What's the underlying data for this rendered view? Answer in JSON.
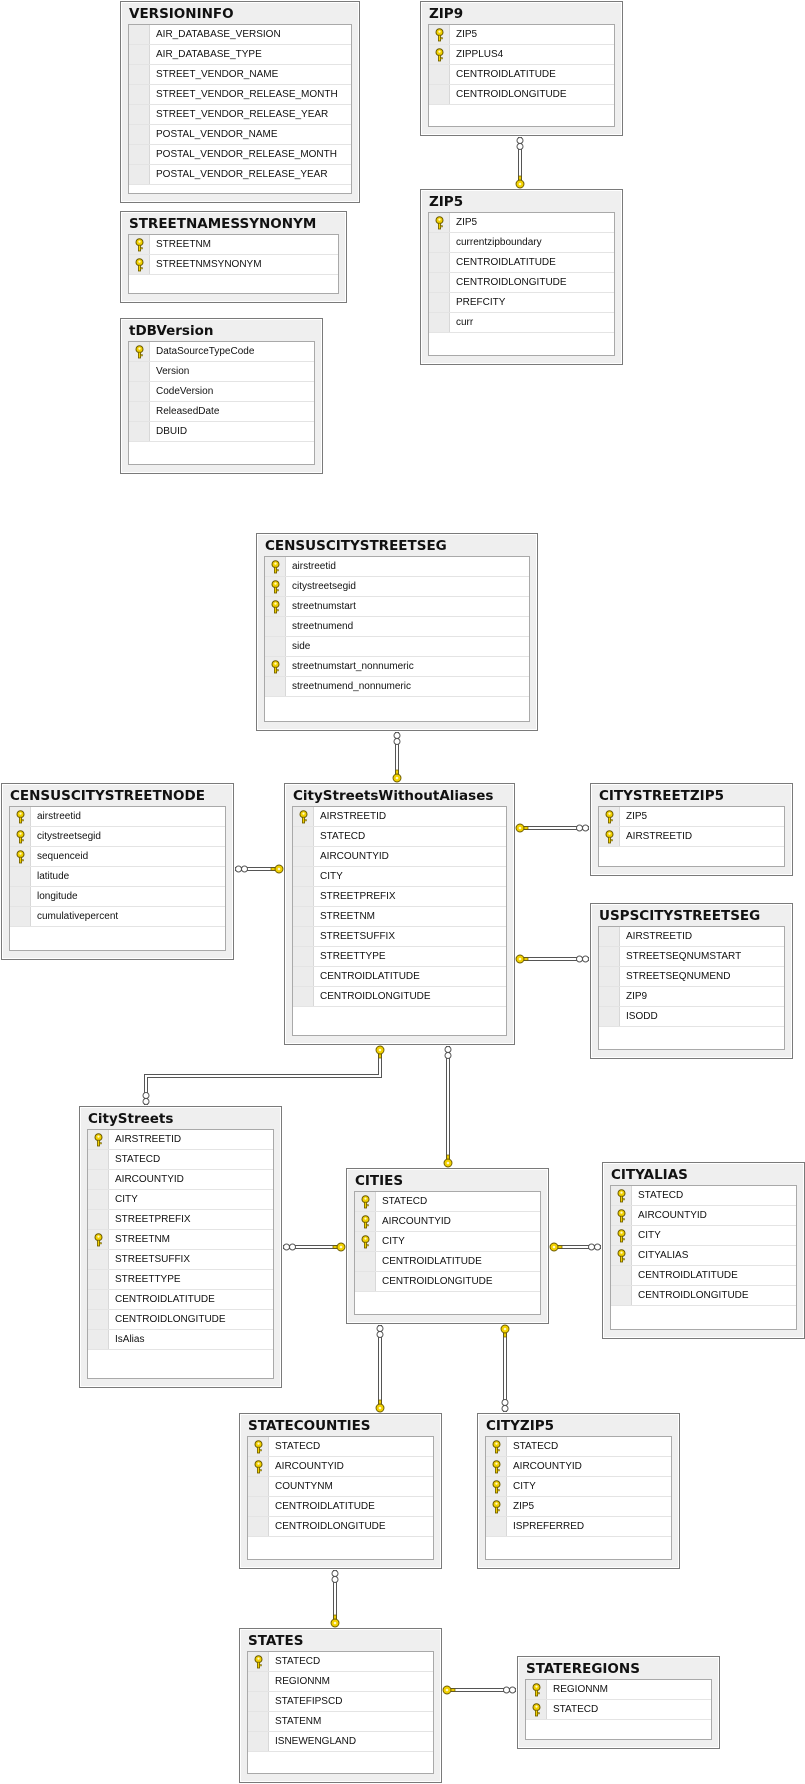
{
  "tables": [
    {
      "id": "VERSIONINFO",
      "title": "VERSIONINFO",
      "columns": [
        {
          "name": "AIR_DATABASE_VERSION",
          "key": false
        },
        {
          "name": "AIR_DATABASE_TYPE",
          "key": false
        },
        {
          "name": "STREET_VENDOR_NAME",
          "key": false
        },
        {
          "name": "STREET_VENDOR_RELEASE_MONTH",
          "key": false
        },
        {
          "name": "STREET_VENDOR_RELEASE_YEAR",
          "key": false
        },
        {
          "name": "POSTAL_VENDOR_NAME",
          "key": false
        },
        {
          "name": "POSTAL_VENDOR_RELEASE_MONTH",
          "key": false
        },
        {
          "name": "POSTAL_VENDOR_RELEASE_YEAR",
          "key": false
        }
      ]
    },
    {
      "id": "STREETNAMESSYNONYM",
      "title": "STREETNAMESSYNONYM",
      "columns": [
        {
          "name": "STREETNM",
          "key": true
        },
        {
          "name": "STREETNMSYNONYM",
          "key": true
        }
      ]
    },
    {
      "id": "tDBVersion",
      "title": "tDBVersion",
      "columns": [
        {
          "name": "DataSourceTypeCode",
          "key": true
        },
        {
          "name": "Version",
          "key": false
        },
        {
          "name": "CodeVersion",
          "key": false
        },
        {
          "name": "ReleasedDate",
          "key": false
        },
        {
          "name": "DBUID",
          "key": false
        }
      ]
    },
    {
      "id": "ZIP9",
      "title": "ZIP9",
      "columns": [
        {
          "name": "ZIP5",
          "key": true
        },
        {
          "name": "ZIPPLUS4",
          "key": true
        },
        {
          "name": "CENTROIDLATITUDE",
          "key": false
        },
        {
          "name": "CENTROIDLONGITUDE",
          "key": false
        }
      ]
    },
    {
      "id": "ZIP5",
      "title": "ZIP5",
      "columns": [
        {
          "name": "ZIP5",
          "key": true
        },
        {
          "name": "currentzipboundary",
          "key": false
        },
        {
          "name": "CENTROIDLATITUDE",
          "key": false
        },
        {
          "name": "CENTROIDLONGITUDE",
          "key": false
        },
        {
          "name": "PREFCITY",
          "key": false
        },
        {
          "name": "curr",
          "key": false
        }
      ]
    },
    {
      "id": "CENSUSCITYSTREETSEG",
      "title": "CENSUSCITYSTREETSEG",
      "columns": [
        {
          "name": "airstreetid",
          "key": true
        },
        {
          "name": "citystreetsegid",
          "key": true
        },
        {
          "name": "streetnumstart",
          "key": true
        },
        {
          "name": "streetnumend",
          "key": false
        },
        {
          "name": "side",
          "key": false
        },
        {
          "name": "streetnumstart_nonnumeric",
          "key": true
        },
        {
          "name": "streetnumend_nonnumeric",
          "key": false
        }
      ]
    },
    {
      "id": "CENSUSCITYSTREETNODE",
      "title": "CENSUSCITYSTREETNODE",
      "columns": [
        {
          "name": "airstreetid",
          "key": true
        },
        {
          "name": "citystreetsegid",
          "key": true
        },
        {
          "name": "sequenceid",
          "key": true
        },
        {
          "name": "latitude",
          "key": false
        },
        {
          "name": "longitude",
          "key": false
        },
        {
          "name": "cumulativepercent",
          "key": false
        }
      ]
    },
    {
      "id": "CityStreetsWithoutAliases",
      "title": "CityStreetsWithoutAliases",
      "columns": [
        {
          "name": "AIRSTREETID",
          "key": true
        },
        {
          "name": "STATECD",
          "key": false
        },
        {
          "name": "AIRCOUNTYID",
          "key": false
        },
        {
          "name": "CITY",
          "key": false
        },
        {
          "name": "STREETPREFIX",
          "key": false
        },
        {
          "name": "STREETNM",
          "key": false
        },
        {
          "name": "STREETSUFFIX",
          "key": false
        },
        {
          "name": "STREETTYPE",
          "key": false
        },
        {
          "name": "CENTROIDLATITUDE",
          "key": false
        },
        {
          "name": "CENTROIDLONGITUDE",
          "key": false
        }
      ]
    },
    {
      "id": "CITYSTREETZIP5",
      "title": "CITYSTREETZIP5",
      "columns": [
        {
          "name": "ZIP5",
          "key": true
        },
        {
          "name": "AIRSTREETID",
          "key": true
        }
      ]
    },
    {
      "id": "USPSCITYSTREETSEG",
      "title": "USPSCITYSTREETSEG",
      "columns": [
        {
          "name": "AIRSTREETID",
          "key": false
        },
        {
          "name": "STREETSEQNUMSTART",
          "key": false
        },
        {
          "name": "STREETSEQNUMEND",
          "key": false
        },
        {
          "name": "ZIP9",
          "key": false
        },
        {
          "name": "ISODD",
          "key": false
        }
      ]
    },
    {
      "id": "CityStreets",
      "title": "CityStreets",
      "columns": [
        {
          "name": "AIRSTREETID",
          "key": true
        },
        {
          "name": "STATECD",
          "key": false
        },
        {
          "name": "AIRCOUNTYID",
          "key": false
        },
        {
          "name": "CITY",
          "key": false
        },
        {
          "name": "STREETPREFIX",
          "key": false
        },
        {
          "name": "STREETNM",
          "key": true
        },
        {
          "name": "STREETSUFFIX",
          "key": false
        },
        {
          "name": "STREETTYPE",
          "key": false
        },
        {
          "name": "CENTROIDLATITUDE",
          "key": false
        },
        {
          "name": "CENTROIDLONGITUDE",
          "key": false
        },
        {
          "name": "IsAlias",
          "key": false
        }
      ]
    },
    {
      "id": "CITIES",
      "title": "CITIES",
      "columns": [
        {
          "name": "STATECD",
          "key": true
        },
        {
          "name": "AIRCOUNTYID",
          "key": true
        },
        {
          "name": "CITY",
          "key": true
        },
        {
          "name": "CENTROIDLATITUDE",
          "key": false
        },
        {
          "name": "CENTROIDLONGITUDE",
          "key": false
        }
      ]
    },
    {
      "id": "CITYALIAS",
      "title": "CITYALIAS",
      "columns": [
        {
          "name": "STATECD",
          "key": true
        },
        {
          "name": "AIRCOUNTYID",
          "key": true
        },
        {
          "name": "CITY",
          "key": true
        },
        {
          "name": "CITYALIAS",
          "key": true
        },
        {
          "name": "CENTROIDLATITUDE",
          "key": false
        },
        {
          "name": "CENTROIDLONGITUDE",
          "key": false
        }
      ]
    },
    {
      "id": "STATECOUNTIES",
      "title": "STATECOUNTIES",
      "columns": [
        {
          "name": "STATECD",
          "key": true
        },
        {
          "name": "AIRCOUNTYID",
          "key": true
        },
        {
          "name": "COUNTYNM",
          "key": false
        },
        {
          "name": "CENTROIDLATITUDE",
          "key": false
        },
        {
          "name": "CENTROIDLONGITUDE",
          "key": false
        }
      ]
    },
    {
      "id": "CITYZIP5",
      "title": "CITYZIP5",
      "columns": [
        {
          "name": "STATECD",
          "key": true
        },
        {
          "name": "AIRCOUNTYID",
          "key": true
        },
        {
          "name": "CITY",
          "key": true
        },
        {
          "name": "ZIP5",
          "key": true
        },
        {
          "name": "ISPREFERRED",
          "key": false
        }
      ]
    },
    {
      "id": "STATES",
      "title": "STATES",
      "columns": [
        {
          "name": "STATECD",
          "key": true
        },
        {
          "name": "REGIONNM",
          "key": false
        },
        {
          "name": "STATEFIPSCD",
          "key": false
        },
        {
          "name": "STATENM",
          "key": false
        },
        {
          "name": "ISNEWENGLAND",
          "key": false
        }
      ]
    },
    {
      "id": "STATEREGIONS",
      "title": "STATEREGIONS",
      "columns": [
        {
          "name": "REGIONNM",
          "key": true
        },
        {
          "name": "STATECD",
          "key": true
        }
      ]
    }
  ],
  "relationships": [
    {
      "from": "ZIP9",
      "to": "ZIP5"
    },
    {
      "from": "CENSUSCITYSTREETSEG",
      "to": "CityStreetsWithoutAliases"
    },
    {
      "from": "CENSUSCITYSTREETNODE",
      "to": "CityStreetsWithoutAliases"
    },
    {
      "from": "CITYSTREETZIP5",
      "to": "CityStreetsWithoutAliases"
    },
    {
      "from": "USPSCITYSTREETSEG",
      "to": "CityStreetsWithoutAliases"
    },
    {
      "from": "CityStreets",
      "to": "CityStreetsWithoutAliases"
    },
    {
      "from": "CityStreetsWithoutAliases",
      "to": "CITIES"
    },
    {
      "from": "CityStreets",
      "to": "CITIES"
    },
    {
      "from": "CITYALIAS",
      "to": "CITIES"
    },
    {
      "from": "CITIES",
      "to": "STATECOUNTIES"
    },
    {
      "from": "CITYZIP5",
      "to": "CITIES"
    },
    {
      "from": "STATECOUNTIES",
      "to": "STATES"
    },
    {
      "from": "STATEREGIONS",
      "to": "STATES"
    }
  ],
  "colors": {
    "key_fill": "#f2d100",
    "key_stroke": "#6b5a00",
    "line": "#555555"
  }
}
